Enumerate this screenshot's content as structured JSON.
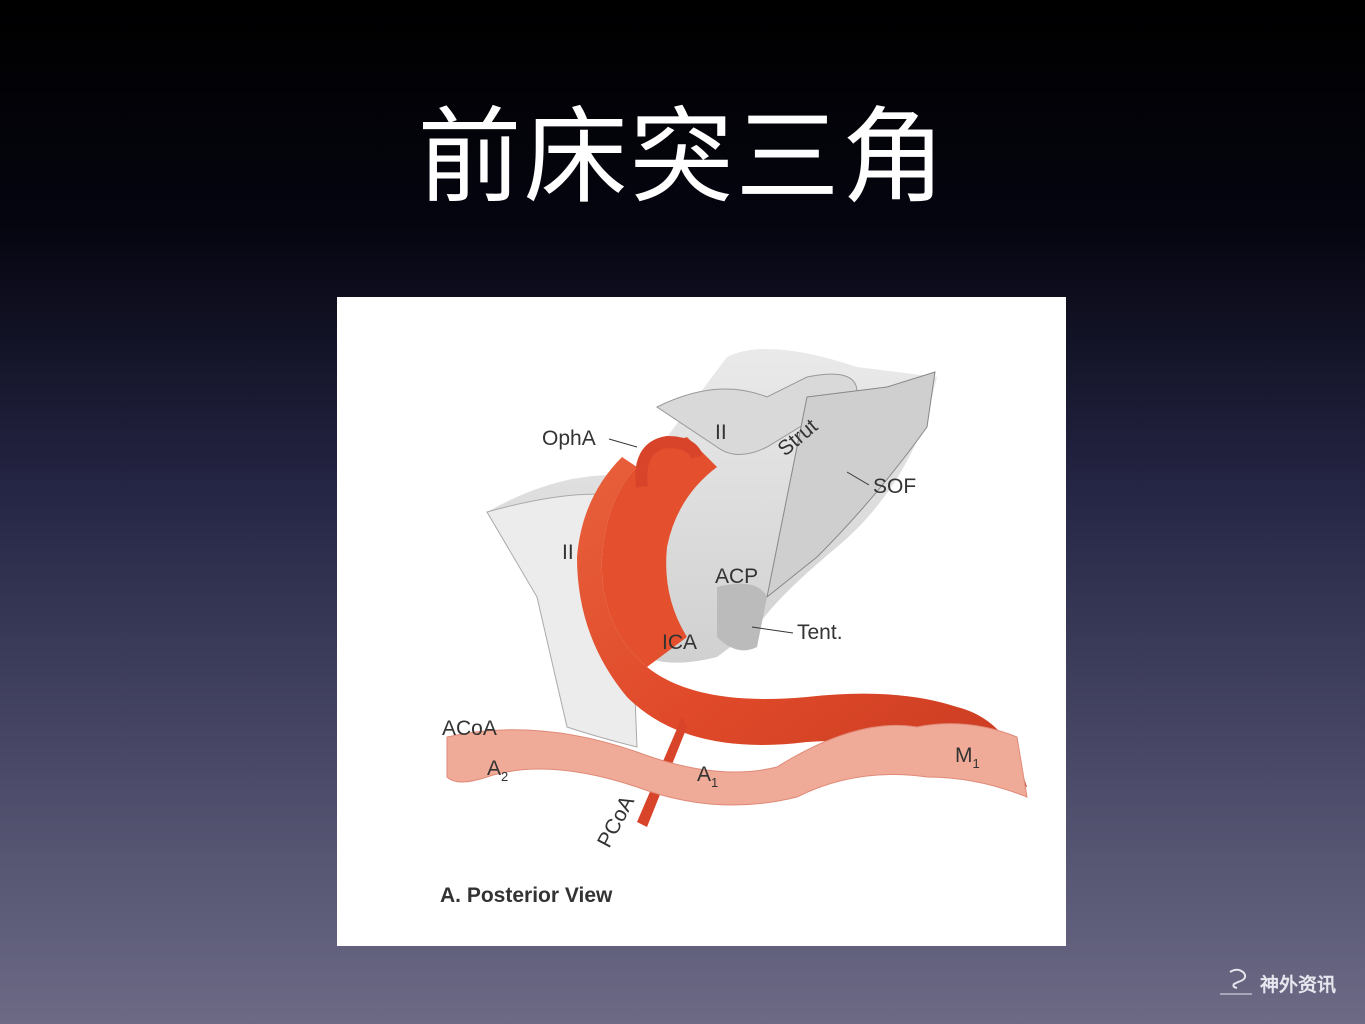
{
  "slide": {
    "title": "前床突三角"
  },
  "figure": {
    "caption": "A. Posterior View",
    "labels": {
      "opha": "OphA",
      "optic_nerve_top": "II",
      "strut": "Strut",
      "sof": "SOF",
      "optic_nerve_left": "II",
      "acp": "ACP",
      "ica": "ICA",
      "tent": "Tent.",
      "acoa": "ACoA",
      "a2": "A",
      "a2_sub": "2",
      "a1": "A",
      "a1_sub": "1",
      "m1": "M",
      "m1_sub": "1",
      "pcoa": "PCoA"
    }
  },
  "watermark": {
    "name": "神外资讯",
    "logo_text": "神外资讯"
  },
  "colors": {
    "artery": "#e0482a",
    "artery_pale": "#f2b3a5",
    "bone": "#d8d8d8"
  }
}
